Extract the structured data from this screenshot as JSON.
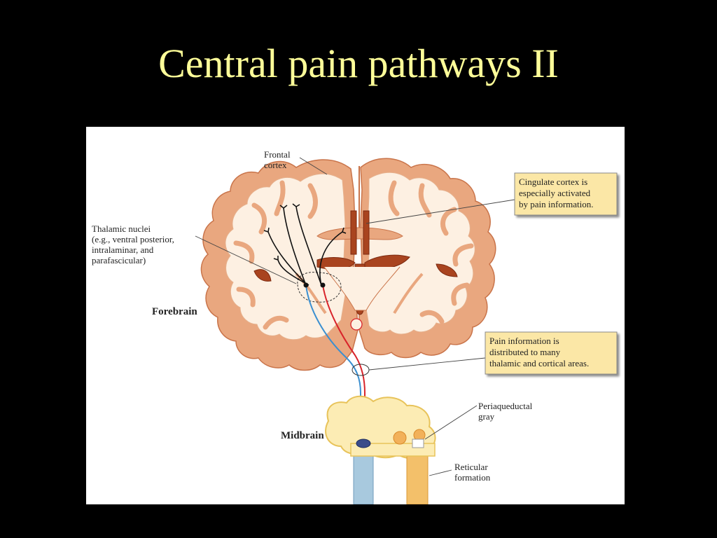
{
  "slide": {
    "title": "Central pain pathways II"
  },
  "figure": {
    "labels": {
      "frontal_cortex": [
        "Frontal",
        "cortex"
      ],
      "thalamic_nuclei": [
        "Thalamic nuclei",
        "(e.g., ventral posterior,",
        "intralaminar, and",
        "parafascicular)"
      ],
      "forebrain": "Forebrain",
      "midbrain": "Midbrain",
      "periaqueductal_gray": [
        "Periaqueductal",
        "gray"
      ],
      "reticular_formation": [
        "Reticular",
        "formation"
      ]
    },
    "callouts": {
      "cingulate": [
        "Cingulate cortex is",
        "especially activated",
        "by pain information."
      ],
      "distribution": [
        "Pain information is",
        "distributed to many",
        "thalamic and cortical areas."
      ]
    },
    "colors": {
      "cortex_outer": "#e9a77f",
      "cortex_inner": "#fdf0e2",
      "white_matter": "#fbeedc",
      "ventricle": "#a9441f",
      "pathway_red": "#d8232a",
      "pathway_blue": "#3b8fd0",
      "callout_fill": "#fbe7a6",
      "brainstem": "#fcecb4",
      "brainstem_edge": "#e8c35a"
    }
  }
}
